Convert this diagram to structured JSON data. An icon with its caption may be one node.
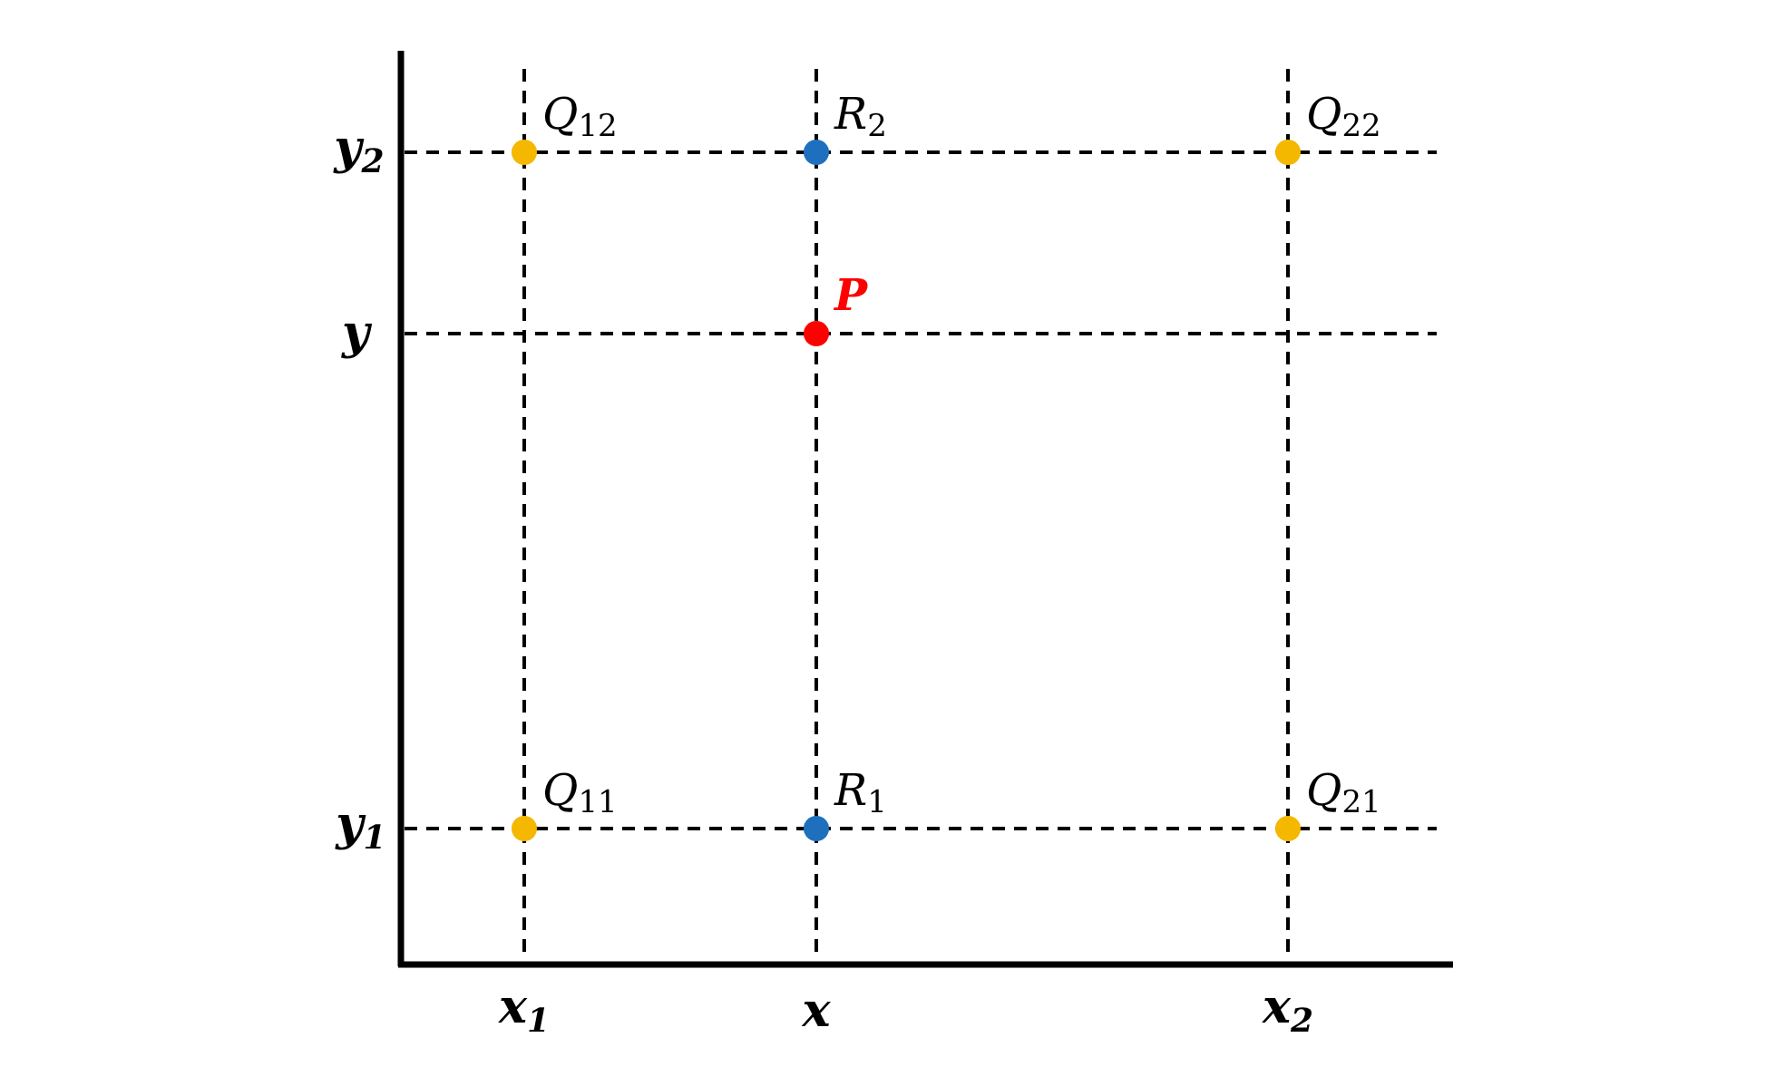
{
  "diagram": {
    "nodes": [
      {
        "text": [],
        "shape": "circle",
        "beside": [
          "Q$_{12}$"
        ]
      },
      {
        "text": [],
        "shape": "circle",
        "beside": [
          "R$_{2}$"
        ]
      },
      {
        "text": [],
        "shape": "circle",
        "beside": [
          "Q$_{22}$"
        ]
      },
      {
        "text": [],
        "shape": "circle",
        "beside": [
          "P"
        ]
      },
      {
        "text": [],
        "shape": "circle",
        "beside": [
          "Q$_{11}$"
        ]
      },
      {
        "text": [],
        "shape": "circle",
        "beside": [
          "R$_{1}$"
        ]
      },
      {
        "text": [],
        "shape": "circle",
        "beside": [
          "Q$_{21}$"
        ]
      }
    ],
    "labels": [
      "y$_{2}$",
      "y",
      "y$_{1}$",
      "x$_{1}$",
      "x",
      "x$_{2}$"
    ]
  }
}
